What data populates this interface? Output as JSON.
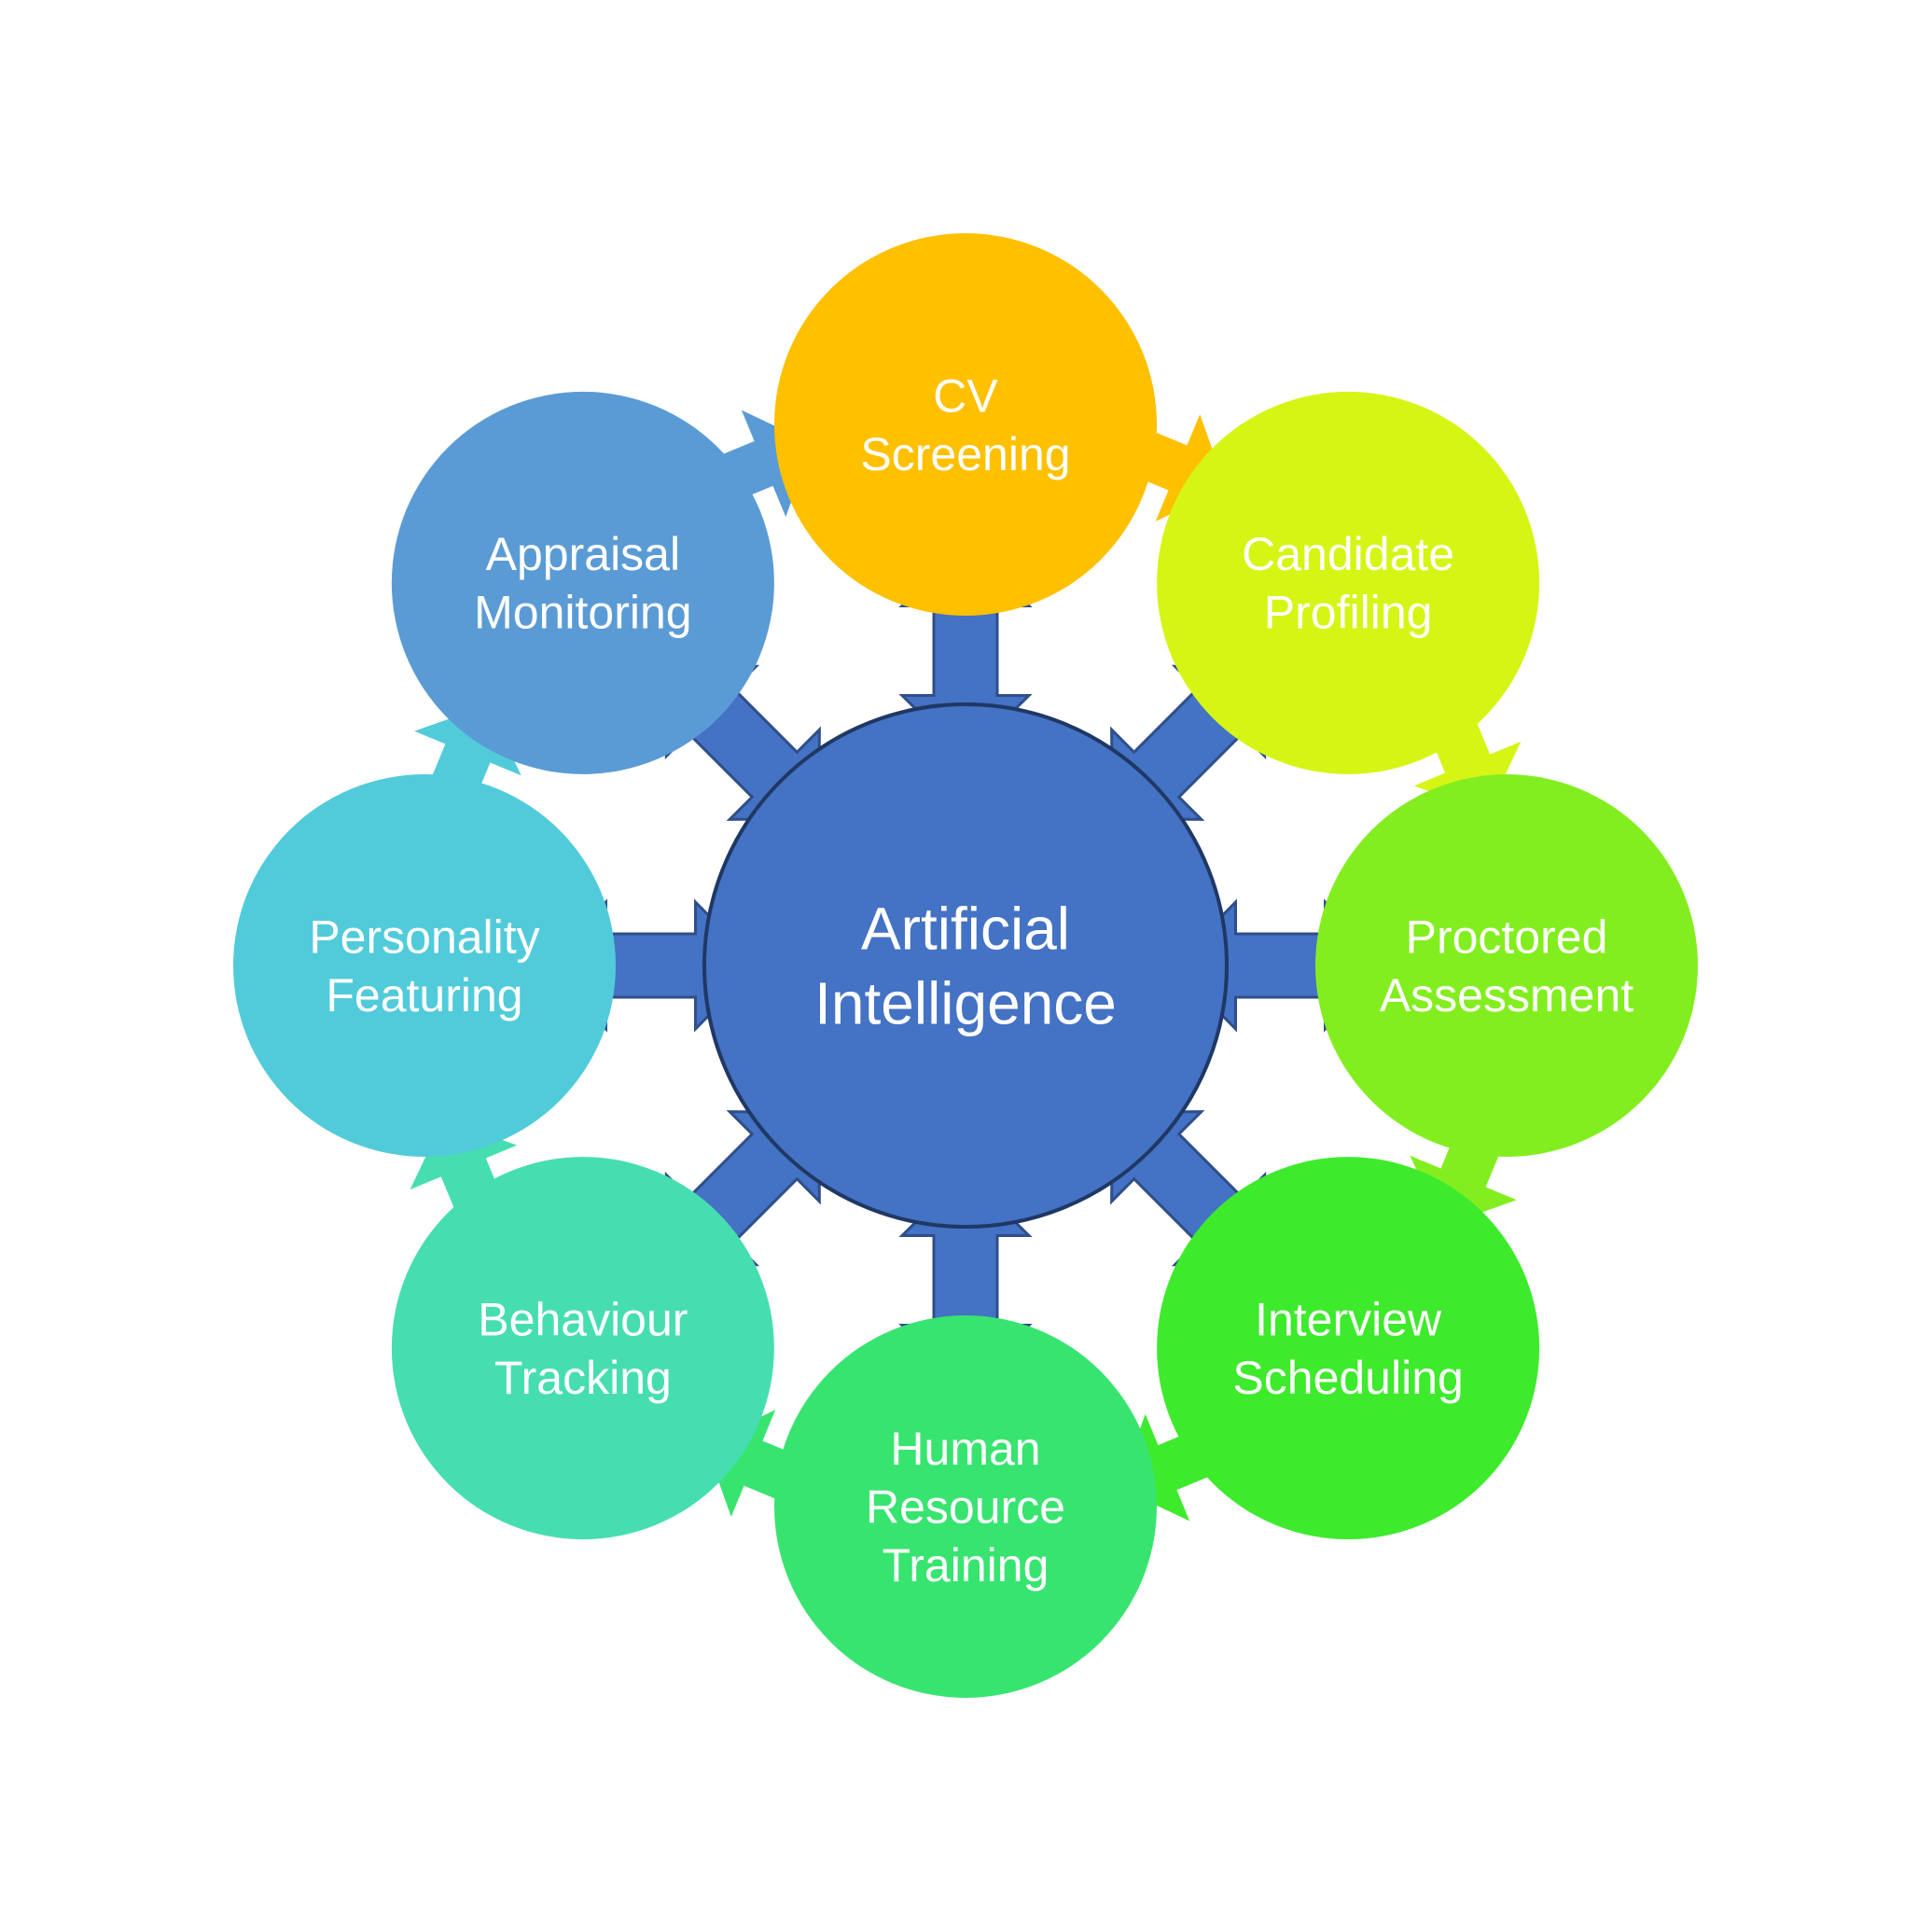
{
  "center": {
    "label_lines": [
      "Artificial",
      "Intelligence"
    ],
    "color": "#4472C4"
  },
  "nodes": [
    {
      "id": "cv-screening",
      "label_lines": [
        "CV",
        "Screening"
      ],
      "color": "#FFC000"
    },
    {
      "id": "candidate-profiling",
      "label_lines": [
        "Candidate",
        "Profiling"
      ],
      "color": "#D5F514"
    },
    {
      "id": "proctored-assessment",
      "label_lines": [
        "Proctored",
        "Assessment"
      ],
      "color": "#83EE1F"
    },
    {
      "id": "interview-scheduling",
      "label_lines": [
        "Interview",
        "Scheduling"
      ],
      "color": "#3EEA2C"
    },
    {
      "id": "human-resource-training",
      "label_lines": [
        "Human",
        "Resource",
        "Training"
      ],
      "color": "#38E470"
    },
    {
      "id": "behaviour-tracking",
      "label_lines": [
        "Behaviour",
        "Tracking"
      ],
      "color": "#46DEB0"
    },
    {
      "id": "personality-featuring",
      "label_lines": [
        "Personality",
        "Featuring"
      ],
      "color": "#51CBDA"
    },
    {
      "id": "appraisal-monitoring",
      "label_lines": [
        "Appraisal",
        "Monitoring"
      ],
      "color": "#5B9BD5"
    }
  ],
  "connector_color": "#4472C4",
  "connector_stroke": "#2F4E8A",
  "cycle_arrow_colors": [
    "#FFC000",
    "#D5F514",
    "#83EE1F",
    "#3EEA2C",
    "#38E470",
    "#46DEB0",
    "#51CBDA",
    "#5B9BD5"
  ]
}
